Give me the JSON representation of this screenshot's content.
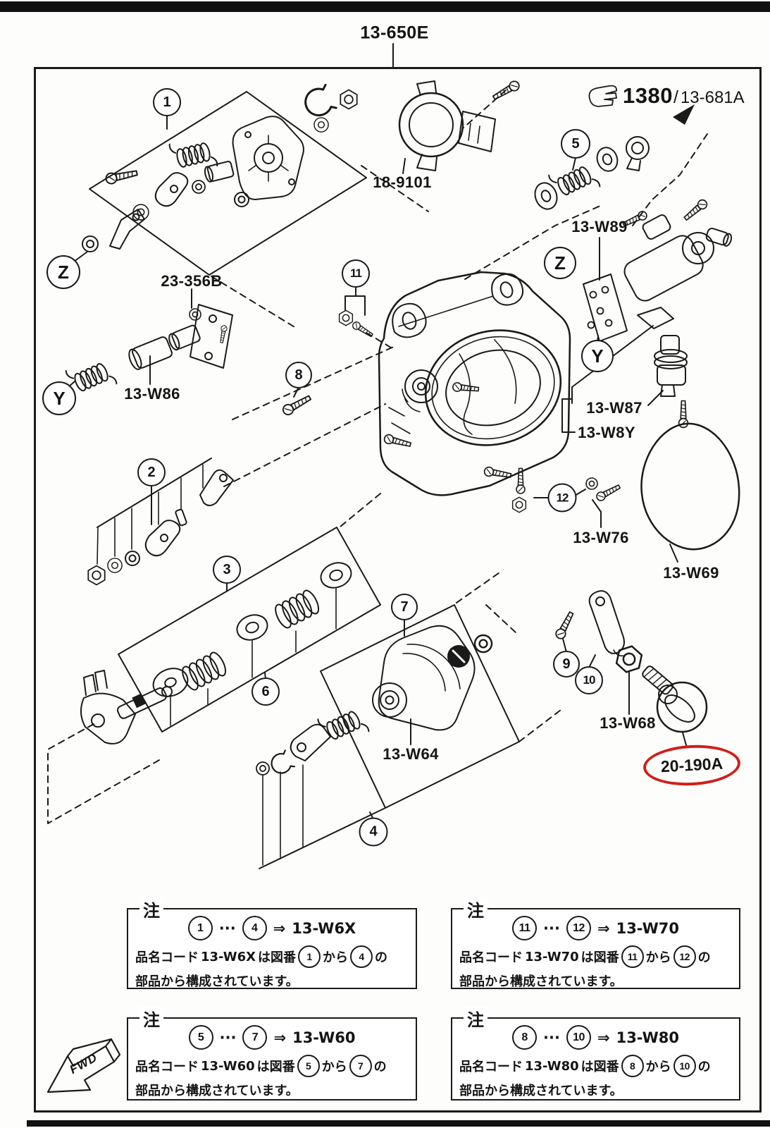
{
  "header": {
    "assembly_code": "13-650E"
  },
  "callout_1380": {
    "icon": "pointing-hand-icon",
    "bold": "1380",
    "sep": "/",
    "code": "13-681A"
  },
  "part_labels": {
    "sensor": "18-9101",
    "p356b": "23-356B",
    "w86": "13-W86",
    "w89": "13-W89",
    "w87": "13-W87",
    "w8y": "13-W8Y",
    "w76": "13-W76",
    "w69": "13-W69",
    "w68": "13-W68",
    "w64": "13-W64",
    "highlight": "20-190A"
  },
  "balloons": {
    "b1": "1",
    "b2": "2",
    "b3": "3",
    "b4": "4",
    "b5": "5",
    "b6": "6",
    "b7": "7",
    "b8": "8",
    "b9": "9",
    "b10": "10",
    "b11": "11",
    "b12": "12",
    "y": "Y",
    "z": "Z"
  },
  "fwd_label": "FWD",
  "notes_common": {
    "tab": "注",
    "dots": "···",
    "arrow": "⇒",
    "prefix": "品名コード",
    "mid1": "は図番",
    "mid2": "から",
    "mid3": "の",
    "line2": "部品から構成されています。"
  },
  "notes": [
    {
      "from": "1",
      "to": "4",
      "code": "13-W6X"
    },
    {
      "from": "11",
      "to": "12",
      "code": "13-W70"
    },
    {
      "from": "5",
      "to": "7",
      "code": "13-W60"
    },
    {
      "from": "8",
      "to": "10",
      "code": "13-W80"
    }
  ]
}
